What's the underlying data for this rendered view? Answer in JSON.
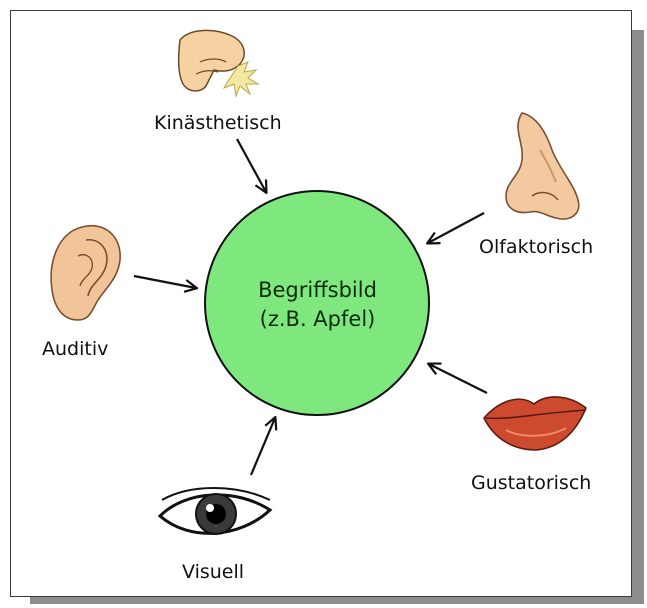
{
  "center": {
    "line1": "Begriffsbild",
    "line2": "(z.B. Apfel)",
    "fill_color": "#7ee87e"
  },
  "senses": [
    {
      "label": "Kinästhetisch",
      "icon": "touching-hand-icon"
    },
    {
      "label": "Olfaktorisch",
      "icon": "nose-icon"
    },
    {
      "label": "Auditiv",
      "icon": "ear-icon"
    },
    {
      "label": "Gustatorisch",
      "icon": "lips-icon"
    },
    {
      "label": "Visuell",
      "icon": "eye-icon"
    }
  ]
}
